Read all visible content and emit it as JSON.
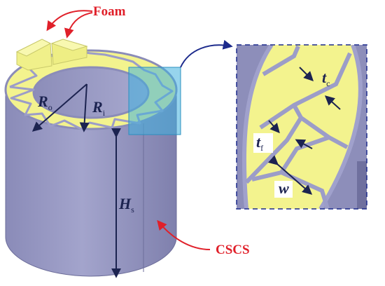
{
  "labels": {
    "foam": "Foam",
    "cscs": "CSCS",
    "ro_main": "R",
    "ro_sub": "o",
    "ri_main": "R",
    "ri_sub": "i",
    "hs_main": "H",
    "hs_sub": "s",
    "tc_main": "t",
    "tc_sub": "c",
    "tf_main": "t",
    "tf_sub": "f",
    "w": "w"
  },
  "colors": {
    "shell": "#9b9cc4",
    "shell_dark": "#7d7eaa",
    "foam": "#f3f38e",
    "core_web": "#9c9dc8",
    "highlight": "#3fb0de",
    "annotation_arrow": "#1c2a8c",
    "callout_arrow": "#e0202a",
    "dimension": "#1c2350"
  }
}
